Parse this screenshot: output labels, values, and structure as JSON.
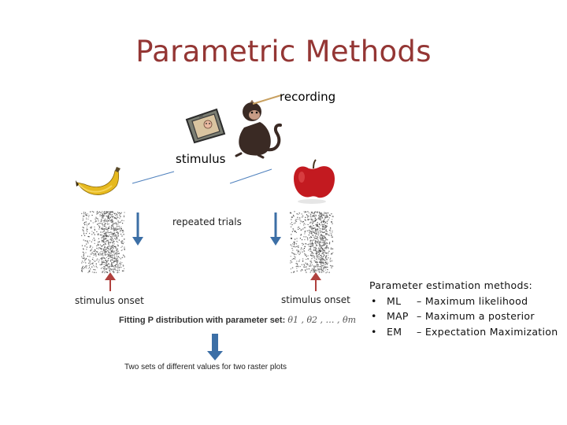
{
  "slide": {
    "title": "Parametric Methods",
    "recording_label": "recording",
    "stimulus_label": "stimulus",
    "repeated_trials_label": "repeated trials",
    "stimulus_onset_left": "stimulus onset",
    "stimulus_onset_right": "stimulus onset",
    "fitting_text": "Fitting P distribution with parameter set:",
    "fitting_params": "θ1 , θ2 , … , θm",
    "two_sets_text": "Two sets of different values for two raster plots",
    "methods": {
      "heading": "Parameter estimation methods:",
      "items": [
        {
          "abbr": "ML",
          "description": "– Maximum likelihood"
        },
        {
          "abbr": "MAP",
          "description": "– Maximum a posterior"
        },
        {
          "abbr": "EM",
          "description": "– Expectation Maximization"
        }
      ]
    }
  },
  "colors": {
    "title": "#943634",
    "arrow_blue": "#3c6fa6",
    "arrow_red": "#b0413e",
    "connector_blue": "#4f81bd"
  },
  "icons": {
    "monkey": "monkey-icon",
    "monitor": "monitor-icon",
    "banana": "banana-icon",
    "apple": "apple-icon"
  }
}
